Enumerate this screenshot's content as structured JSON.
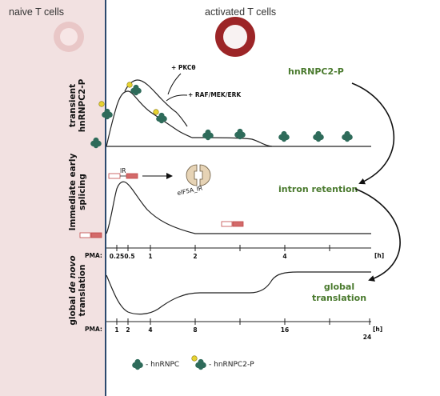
{
  "header": {
    "naive_label": "naive T cells",
    "activated_label": "activated T cells",
    "naive_cell_color": "#e8bcbc",
    "activated_cell_color": "#9c2527"
  },
  "colors": {
    "naive_band": "#f2e1e1",
    "divider": "#2c4a6e",
    "curve": "#222222",
    "text_green": "#4a7a2e",
    "hnrnp_green": "#2e6b5a",
    "phospho_yellow": "#e6d231",
    "transcript_red": "#d36a6a"
  },
  "panel_transient": {
    "label_line1": "transient",
    "label_line2": "hnRNPC2-P",
    "kinase_pkc": "+ PKCθ",
    "kinase_raf": "+ RAF/MEK/ERK",
    "right_label": "hnRNPC2-P"
  },
  "panel_splicing": {
    "label_line1": "Immediate early",
    "label_line2": "splicing",
    "ir_label": "IR",
    "protein_label": "eIF5A_IR",
    "right_label": "intron retention",
    "axis": {
      "prefix": "PMA:",
      "ticks": [
        "0.25",
        "0.5",
        "1",
        "2",
        "4"
      ],
      "unit": "[h]"
    }
  },
  "panel_translation": {
    "label_prefix": "global",
    "label_italic": "de novo",
    "label_line2": "translation",
    "right_label_line1": "global",
    "right_label_line2": "translation",
    "axis": {
      "prefix": "PMA:",
      "ticks": [
        "1",
        "2",
        "4",
        "8",
        "16",
        "24"
      ],
      "unit": "[h]"
    }
  },
  "legend": {
    "item1": "- hnRNPC",
    "item2": "- hnRNPC2-P"
  }
}
